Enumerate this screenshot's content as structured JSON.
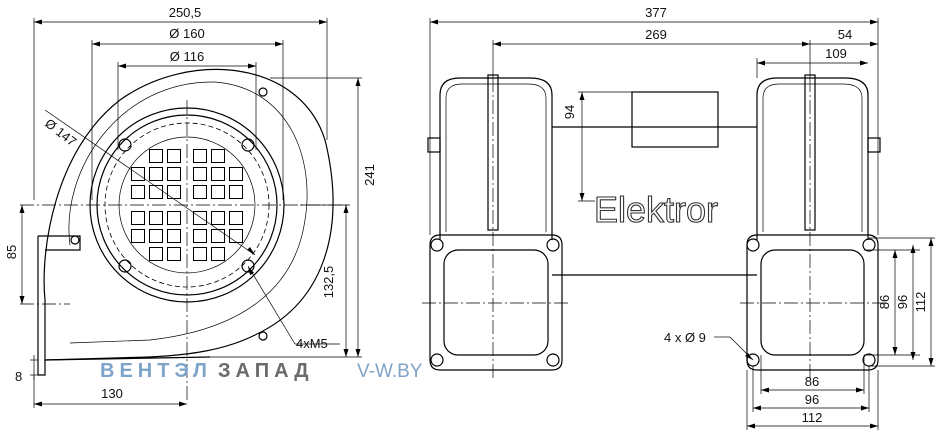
{
  "side_view": {
    "width": "250,5",
    "outlet_diameter": "Ø 160",
    "inlet_diameter": "Ø 116",
    "bolt_circle": "Ø 147",
    "height": "241",
    "shaft_height": "85",
    "housing_height": "132,5",
    "bolts": "4xM5",
    "base_thickness": "8",
    "base_offset": "130"
  },
  "front_view": {
    "overall_width": "377",
    "outer_span": "269",
    "flange_offset": "54",
    "flange_width": "109",
    "motor_height": "94",
    "mount_holes": "4 x Ø 9",
    "flange_86": "86",
    "flange_96": "96",
    "flange_112": "112",
    "brand": "Elektror"
  },
  "watermark": {
    "part1": "ВЕНТЭЛ",
    "part2": "ЗАПАД",
    "part3": "V-W.BY"
  }
}
